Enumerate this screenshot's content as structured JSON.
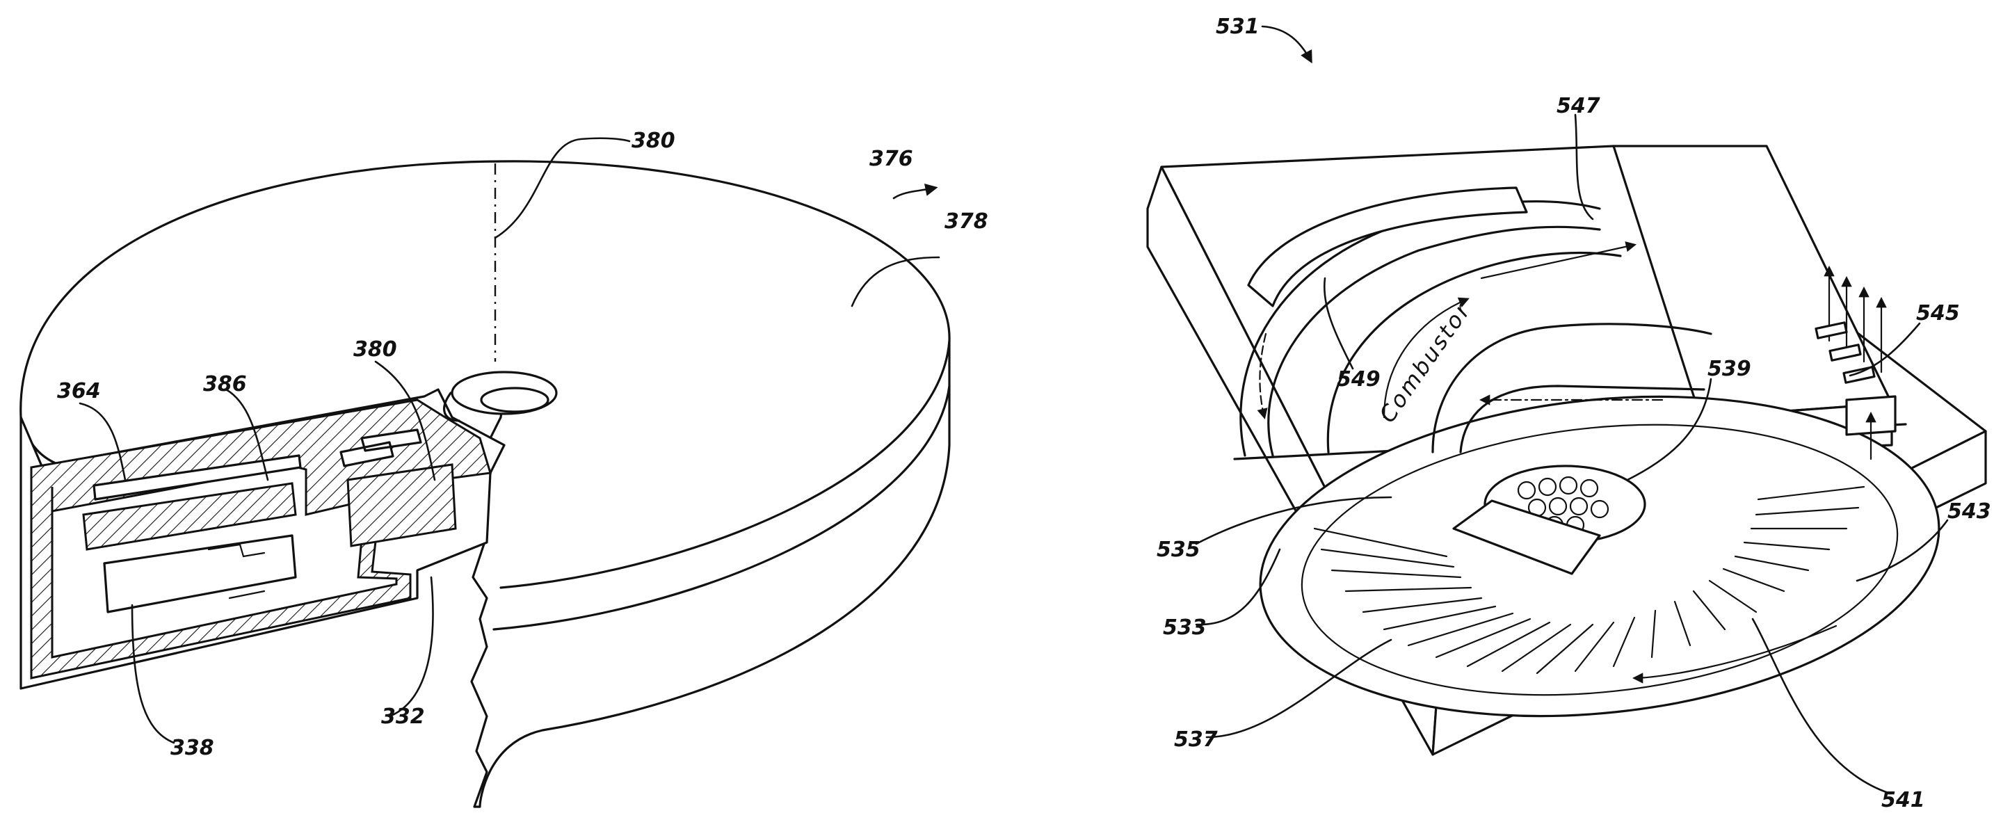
{
  "figure_left": {
    "labels": {
      "axis": "380",
      "device": "376",
      "housing": "378",
      "part_364": "364",
      "part_386": "386",
      "part_380b": "380",
      "part_338": "338",
      "part_332": "332"
    }
  },
  "figure_right": {
    "labels": {
      "device": "531",
      "part_547": "547",
      "part_549": "549",
      "part_539": "539",
      "part_545": "545",
      "part_535": "535",
      "part_543": "543",
      "part_533": "533",
      "part_537": "537",
      "part_541": "541"
    },
    "combustor_text": "Combustor"
  },
  "colors": {
    "ink": "#111111",
    "paper": "#ffffff"
  }
}
